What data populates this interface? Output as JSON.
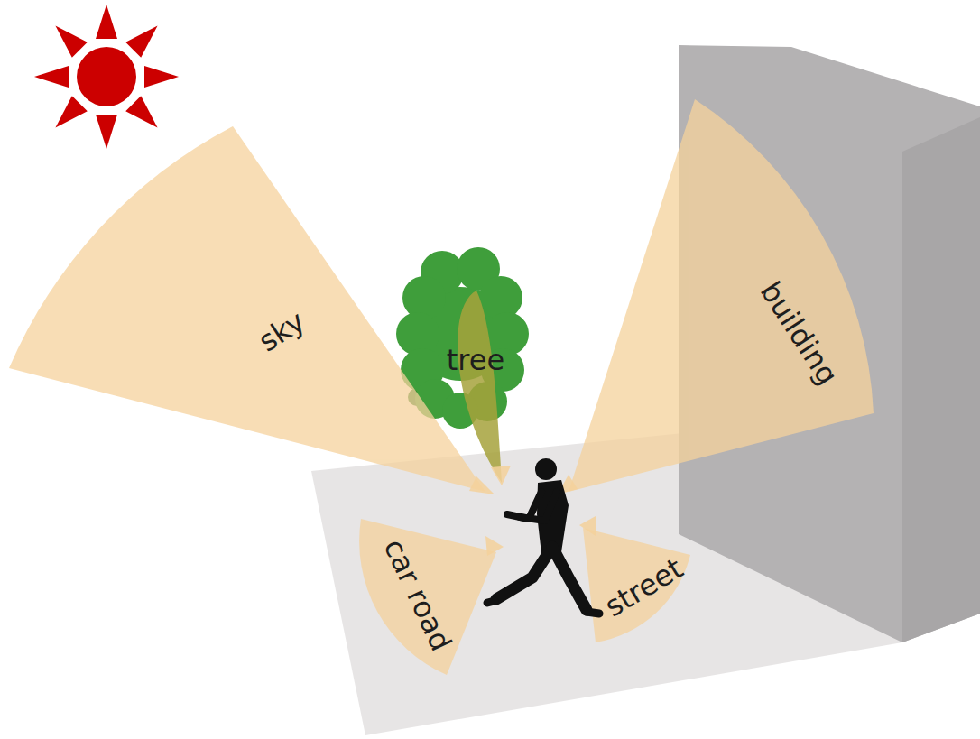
{
  "diagram": {
    "nodes": [
      {
        "text": [
          "sky"
        ]
      },
      {
        "text": [
          "tree"
        ]
      },
      {
        "text": [
          "building"
        ]
      },
      {
        "text": [
          "car road"
        ]
      },
      {
        "text": [
          "street"
        ]
      }
    ]
  }
}
